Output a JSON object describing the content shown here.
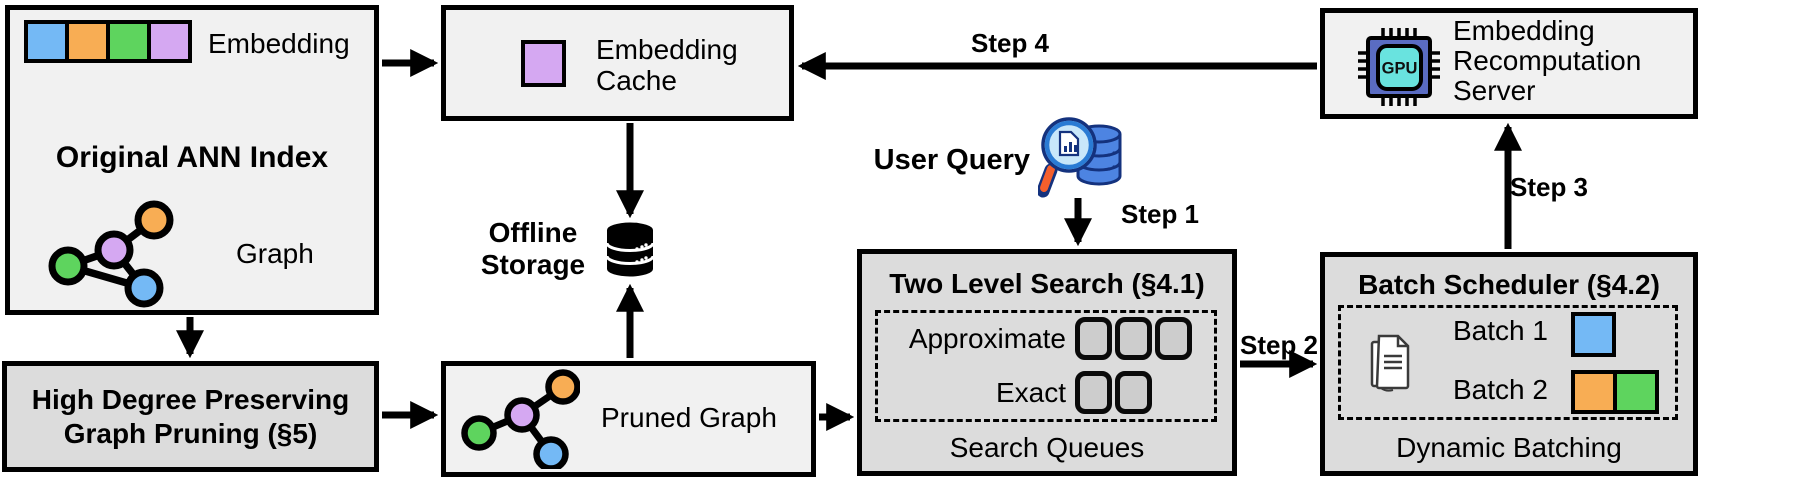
{
  "diagram": {
    "ann_index": {
      "embedding_label": "Embedding",
      "title": "Original ANN Index",
      "graph_label": "Graph"
    },
    "embedding_cache": {
      "line1": "Embedding",
      "line2": "Cache"
    },
    "offline_storage": {
      "line1": "Offline",
      "line2": "Storage"
    },
    "user_query": {
      "label": "User Query"
    },
    "recomputation_server": {
      "line1": "Embedding",
      "line2": "Recomputation",
      "line3": "Server",
      "gpu_label": "GPU"
    },
    "high_degree_pruning": {
      "line1": "High Degree Preserving",
      "line2": "Graph Pruning (§5)"
    },
    "pruned_graph": {
      "label": "Pruned Graph"
    },
    "two_level_search": {
      "title": "Two Level Search (§4.1)",
      "approximate_label": "Approximate",
      "exact_label": "Exact",
      "footer": "Search Queues",
      "approximate_slots": 3,
      "exact_slots": 2
    },
    "batch_scheduler": {
      "title": "Batch Scheduler (§4.2)",
      "batch1_label": "Batch 1",
      "batch2_label": "Batch 2",
      "footer": "Dynamic Batching"
    },
    "steps": {
      "step1": "Step 1",
      "step2": "Step 2",
      "step3": "Step 3",
      "step4": "Step 4"
    },
    "colors": {
      "blue": "#74b9f5",
      "orange": "#f8ad54",
      "green": "#5ed45e",
      "purple": "#d5a8f2",
      "box_light": "#f1f1f1",
      "box_dark": "#dcdcdc",
      "slot_fill": "#cdcdcd"
    }
  }
}
